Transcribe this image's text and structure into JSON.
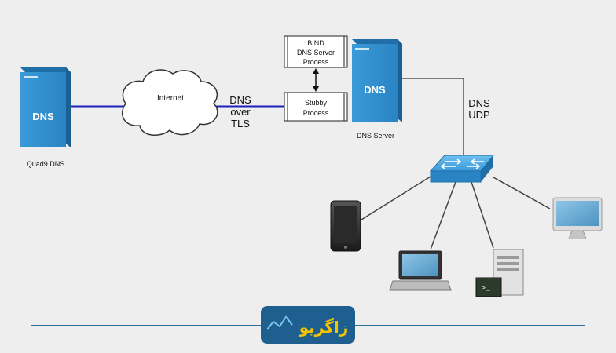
{
  "nodes": {
    "quad9": {
      "server_text": "DNS",
      "caption": "Quad9 DNS"
    },
    "cloud": {
      "label": "Internet"
    },
    "protocol_left": {
      "lines": [
        "DNS",
        "over",
        "TLS"
      ]
    },
    "bind_box": {
      "lines": [
        "BIND",
        "DNS Server",
        "Process"
      ]
    },
    "stubby_box": {
      "lines": [
        "Stubby",
        "Process"
      ]
    },
    "dns_server": {
      "server_text": "DNS",
      "caption": "DNS Server"
    },
    "protocol_right": {
      "lines": [
        "DNS",
        "UDP"
      ]
    }
  },
  "footer": {
    "logo_text": "زاگریو"
  },
  "colors": {
    "server_blue": "#2f8fd0",
    "server_dark": "#1f6ea8",
    "tls_link": "#2020c0",
    "footer_line": "#2a6f9e",
    "logo_bg": "#1e5f8f",
    "logo_text": "#f5c400"
  }
}
